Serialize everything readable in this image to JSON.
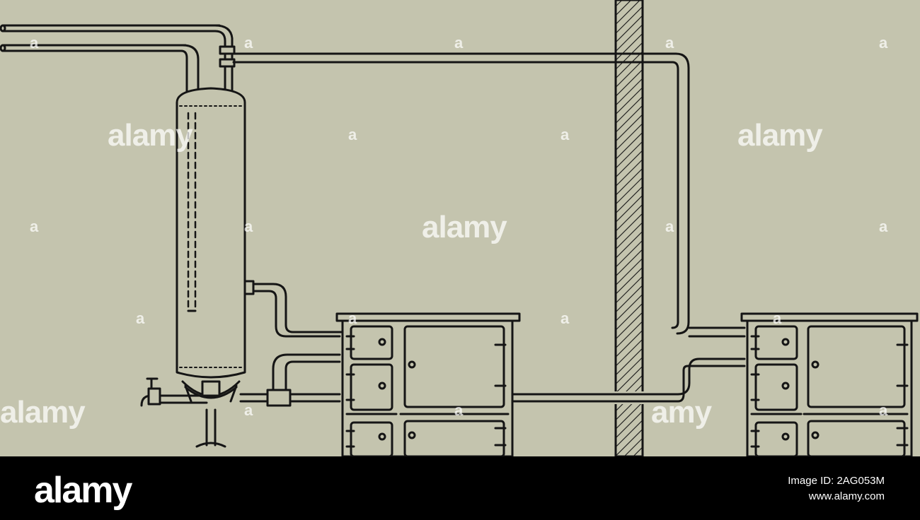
{
  "watermark": {
    "brand": "alamy",
    "fragment": "a",
    "partial_right": "amy"
  },
  "footer": {
    "logo": "alamy",
    "image_id": "Image ID: 2AG053M",
    "url": "www.alamy.com"
  },
  "colors": {
    "paper": "#c4c4ae",
    "ink": "#151515",
    "footer_bg": "#000000"
  }
}
